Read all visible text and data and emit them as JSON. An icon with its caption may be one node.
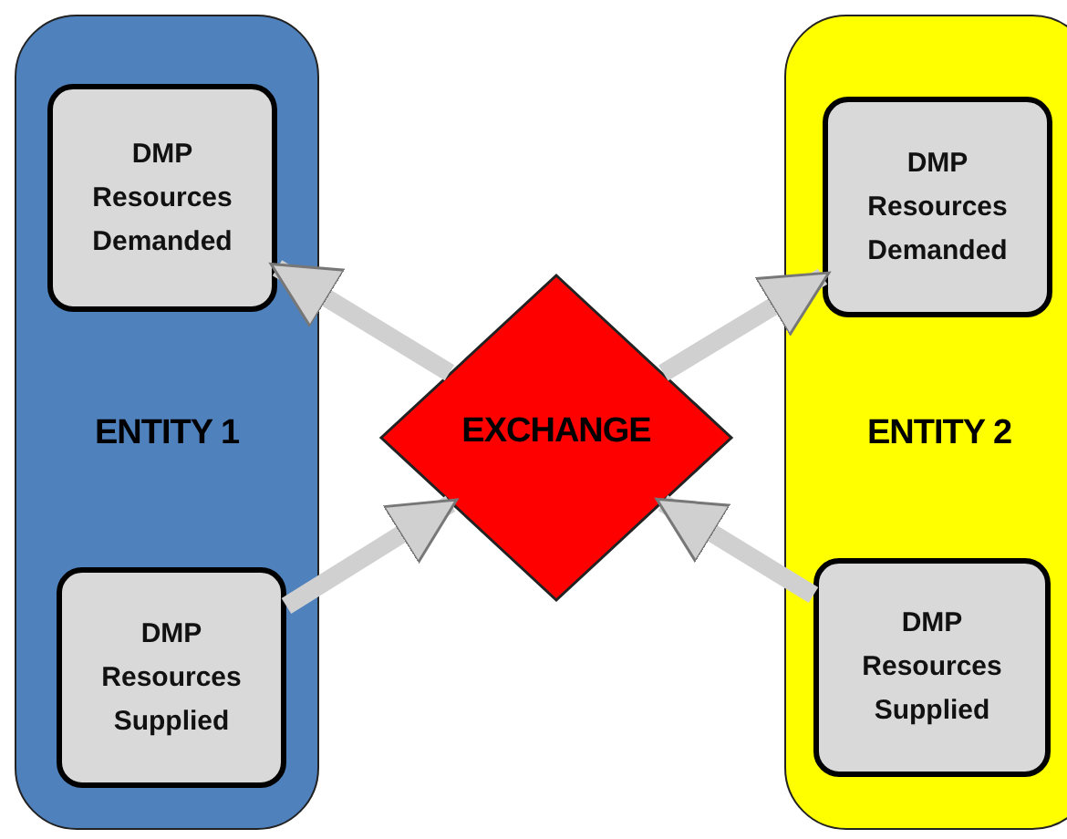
{
  "diagram": {
    "nodes": [
      {
        "text": [
          "ENTITY 1"
        ]
      },
      {
        "text": [
          "DMP Resources Demanded"
        ],
        "in": 0
      },
      {
        "text": [
          "DMP Resources Supplied"
        ],
        "in": 0
      },
      {
        "text": [
          "EXCHANGE"
        ]
      },
      {
        "text": [
          "ENTITY 2"
        ]
      },
      {
        "text": [
          "DMP Resources Demanded"
        ],
        "in": 4
      },
      {
        "text": [
          "DMP Resources Supplied"
        ],
        "in": 4
      }
    ],
    "edges": [
      {
        "from": 3,
        "to": 1,
        "arrow": "to"
      },
      {
        "from": 2,
        "to": 3,
        "arrow": "to"
      },
      {
        "from": 3,
        "to": 5,
        "arrow": "to"
      },
      {
        "from": 6,
        "to": 3,
        "arrow": "to"
      }
    ]
  }
}
